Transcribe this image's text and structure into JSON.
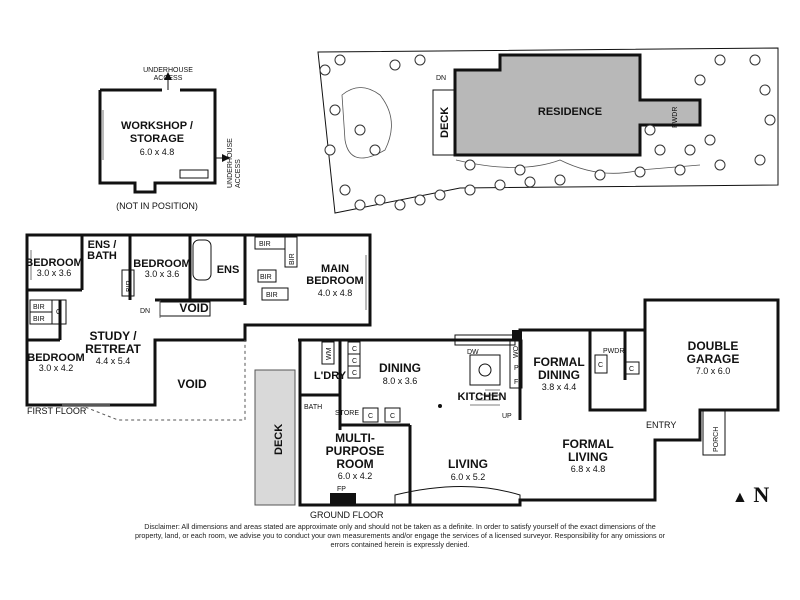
{
  "workshop": {
    "name": "WORKSHOP /\nSTORAGE",
    "dims": "6.0 x 4.8",
    "note": "(NOT IN POSITION)",
    "access_top": "UNDERHOUSE\nACCESS",
    "access_side": "UNDERHOUSE\nACCESS"
  },
  "site": {
    "residence": "RESIDENCE",
    "deck": "DECK",
    "dn": "DN",
    "pwdr": "PWDR"
  },
  "first_floor": {
    "label": "FIRST FLOOR",
    "rooms": [
      {
        "name": "BEDROOM",
        "dims": "3.0 x 3.6"
      },
      {
        "name": "ENS /\nBATH",
        "dims": ""
      },
      {
        "name": "BEDROOM",
        "dims": "3.0 x 3.6"
      },
      {
        "name": "ENS",
        "dims": ""
      },
      {
        "name": "MAIN\nBEDROOM",
        "dims": "4.0 x 4.8"
      },
      {
        "name": "STUDY /\nRETREAT",
        "dims": "4.4 x 5.4"
      },
      {
        "name": "BEDROOM",
        "dims": "3.0 x 4.2"
      },
      {
        "name": "VOID",
        "dims": ""
      },
      {
        "name": "VOID",
        "dims": ""
      }
    ],
    "bir": "BIR",
    "c": "C",
    "dn": "DN"
  },
  "ground_floor": {
    "label": "GROUND FLOOR",
    "rooms": [
      {
        "name": "DINING",
        "dims": "8.0 x 3.6"
      },
      {
        "name": "KITCHEN",
        "dims": ""
      },
      {
        "name": "FORMAL\nDINING",
        "dims": "3.8 x 4.4"
      },
      {
        "name": "DOUBLE\nGARAGE",
        "dims": "7.0 x 6.0"
      },
      {
        "name": "L'DRY",
        "dims": ""
      },
      {
        "name": "MULTI-\nPURPOSE\nROOM",
        "dims": "6.0 x 4.2"
      },
      {
        "name": "LIVING",
        "dims": "6.0 x 5.2"
      },
      {
        "name": "FORMAL\nLIVING",
        "dims": "6.8 x 4.8"
      }
    ],
    "deck": "DECK",
    "bath": "BATH",
    "store": "STORE",
    "entry": "ENTRY",
    "porch": "PORCH",
    "pwdr": "PWDR",
    "dw": "DW",
    "wm": "WM",
    "wo": "WO",
    "p": "P",
    "f": "F",
    "fp": "FP",
    "up": "UP",
    "c": "C"
  },
  "north": "N",
  "disclaimer": "Disclaimer: All dimensions and areas stated are approximate only and should not be taken as a definite. In order to satisfy yourself of the exact dimensions of the property, land, or each room, we advise you to conduct your own measurements and/or engage the services of a licensed surveyor. Responsibility for any omissions or errors contained herein is expressly denied."
}
